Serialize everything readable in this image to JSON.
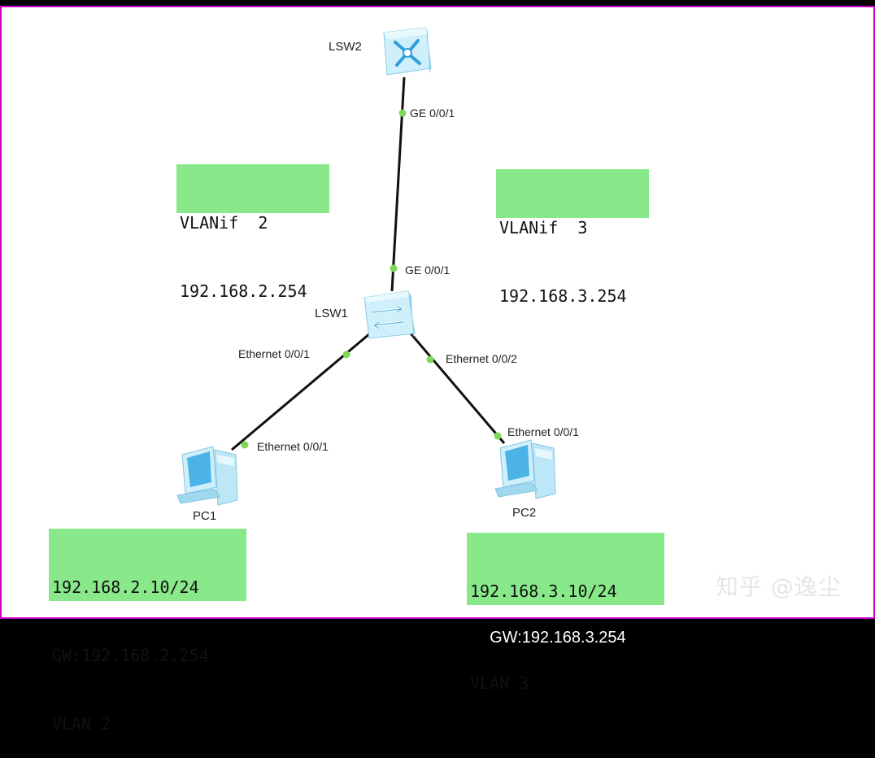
{
  "devices": {
    "lsw2": {
      "label": "LSW2",
      "icon": "core-switch-icon"
    },
    "lsw1": {
      "label": "LSW1",
      "icon": "access-switch-icon"
    },
    "pc1": {
      "label": "PC1",
      "icon": "pc-icon"
    },
    "pc2": {
      "label": "PC2",
      "icon": "pc-icon"
    }
  },
  "ports": {
    "lsw2_ge": "GE 0/0/1",
    "lsw1_ge": "GE 0/0/1",
    "lsw1_e1": "Ethernet 0/0/1",
    "lsw1_e2": "Ethernet 0/0/2",
    "pc1_e": "Ethernet 0/0/1",
    "pc2_e": "Ethernet 0/0/1"
  },
  "notes": {
    "vlanif2": {
      "line1": "VLANif  2",
      "line2": "192.168.2.254"
    },
    "vlanif3": {
      "line1": "VLANif  3",
      "line2": "192.168.3.254"
    },
    "pc1": {
      "ip": "192.168.2.10/24",
      "gw": "GW:192.168.2.254",
      "vlan": "VLAN 2"
    },
    "pc2": {
      "ip": "192.168.3.10/24",
      "gw": "GW:192.168.3.254",
      "vlan": "VLAN 3"
    }
  },
  "watermark": "知乎 @逸尘",
  "colors": {
    "border": "#c800c8",
    "note_bg": "#88e88a",
    "port_dot": "#7ed957",
    "device": "#aee3f5"
  }
}
